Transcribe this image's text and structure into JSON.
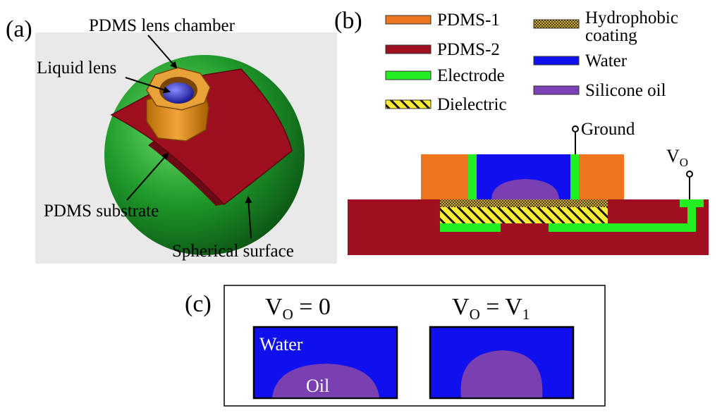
{
  "panel_a": {
    "label": "(a)",
    "annotations": {
      "lens_chamber": "PDMS lens chamber",
      "liquid_lens": "Liquid lens",
      "substrate": "PDMS substrate",
      "spherical_surface": "Spherical surface"
    }
  },
  "panel_b": {
    "label": "(b)",
    "legend": [
      {
        "label": "PDMS-1",
        "color": "#ee7420"
      },
      {
        "label": "PDMS-2",
        "color": "#9e0f1f"
      },
      {
        "label": "Electrode",
        "color": "#22ee22"
      },
      {
        "label": "Dielectric",
        "color": "#ffee33"
      },
      {
        "label_line1": "Hydrophobic",
        "label_line2": "coating",
        "color": "#8a7a2a"
      },
      {
        "label": "Water",
        "color": "#1010ee"
      },
      {
        "label": "Silicone oil",
        "color": "#7a3fb0"
      }
    ],
    "ground_label": "Ground",
    "voltage_label": "V",
    "voltage_subscript": "O"
  },
  "panel_c": {
    "label": "(c)",
    "left_title": {
      "v": "V",
      "sub": "O",
      "rhs": " = 0"
    },
    "right_title": {
      "v": "V",
      "sub": "O",
      "rhs_v": " = V",
      "rhs_sub": "1"
    },
    "water_label": "Water",
    "oil_label": "Oil"
  }
}
